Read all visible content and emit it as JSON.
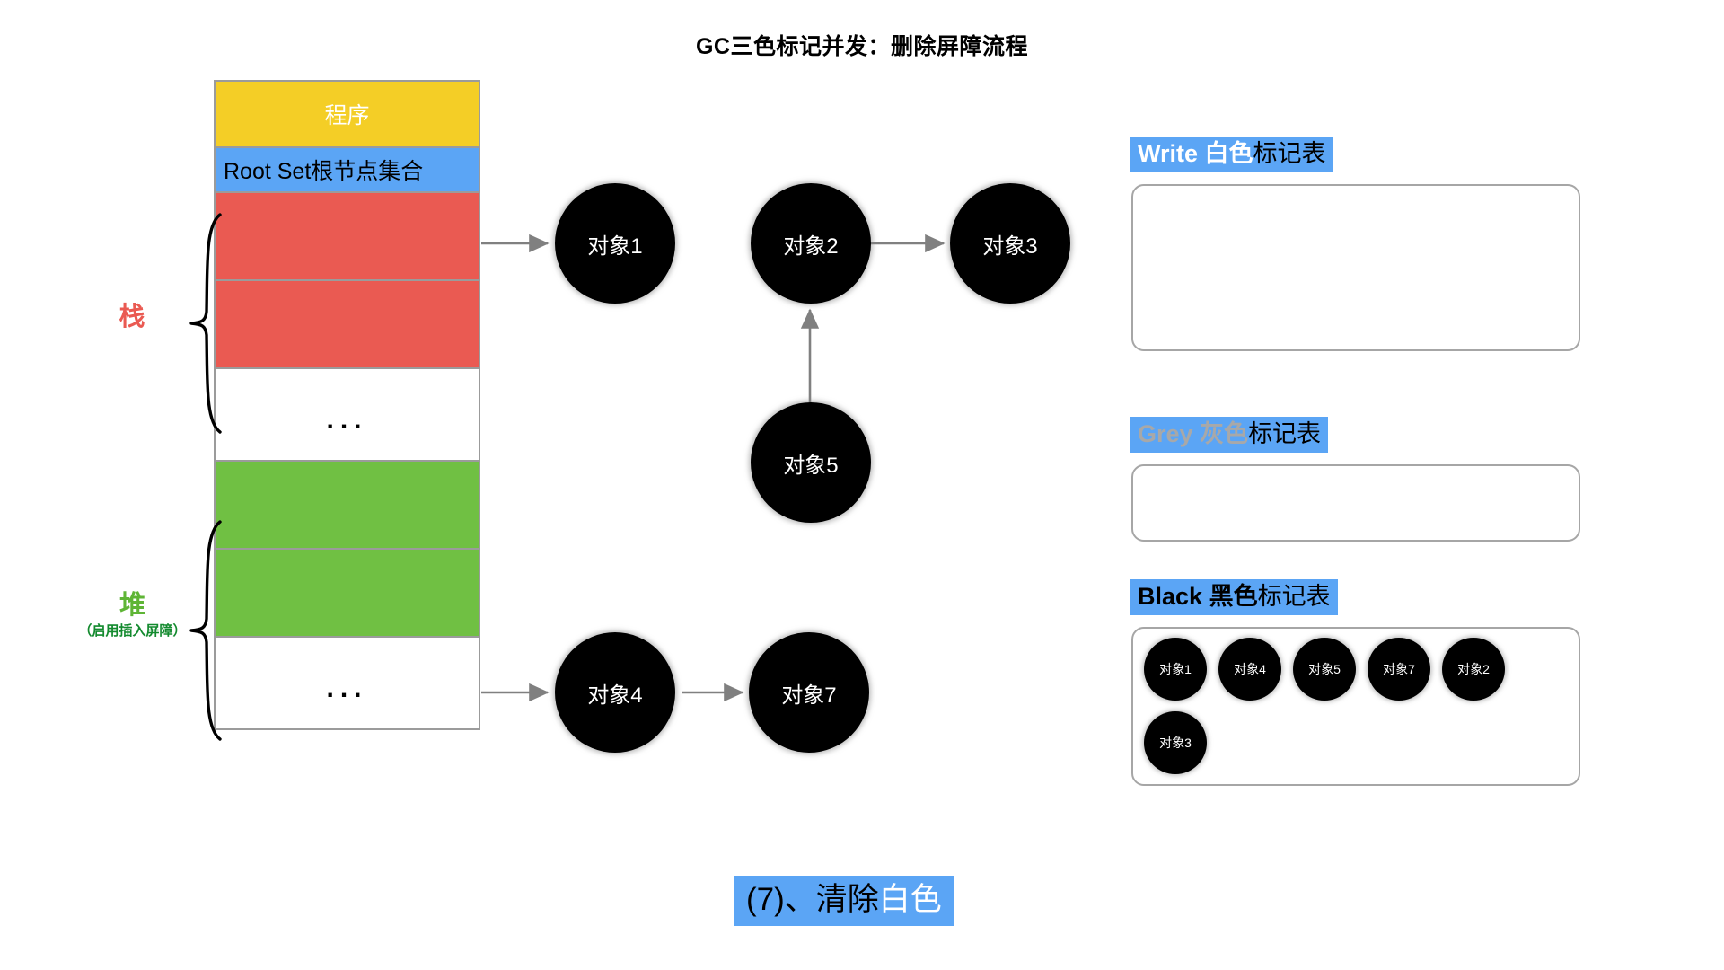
{
  "title": "GC三色标记并发：删除屏障流程",
  "memory": {
    "cells": [
      {
        "name": "program",
        "label": "程序",
        "color": "#F4CE26",
        "kind": "program"
      },
      {
        "name": "root-set",
        "label": "Root Set根节点集合",
        "color": "#5BA5F5",
        "kind": "rootset"
      },
      {
        "name": "stack-slot-1",
        "label": "",
        "color": "#EA5A52",
        "kind": "red"
      },
      {
        "name": "stack-slot-2",
        "label": "",
        "color": "#EA5A52",
        "kind": "red"
      },
      {
        "name": "stack-ellipsis",
        "label": "...",
        "color": "#FFFFFF",
        "kind": "blank"
      },
      {
        "name": "heap-slot-1",
        "label": "",
        "color": "#70C043",
        "kind": "green"
      },
      {
        "name": "heap-slot-2",
        "label": "",
        "color": "#70C043",
        "kind": "green"
      },
      {
        "name": "heap-ellipsis",
        "label": "...",
        "color": "#FFFFFF",
        "kind": "blank"
      }
    ],
    "stack_label": {
      "main": "栈",
      "sub": "",
      "color": "#EA5A52"
    },
    "heap_label": {
      "main": "堆",
      "sub": "（启用插入屏障）",
      "color": "#5FB536",
      "sub_color": "#138A2E"
    }
  },
  "graph": {
    "nodes": [
      {
        "id": "obj1",
        "label": "对象1"
      },
      {
        "id": "obj2",
        "label": "对象2"
      },
      {
        "id": "obj3",
        "label": "对象3"
      },
      {
        "id": "obj5",
        "label": "对象5"
      },
      {
        "id": "obj4",
        "label": "对象4"
      },
      {
        "id": "obj7",
        "label": "对象7"
      }
    ],
    "edges": [
      {
        "from": "stack-slot-1",
        "to": "obj1"
      },
      {
        "from": "obj2",
        "to": "obj3"
      },
      {
        "from": "obj5",
        "to": "obj2"
      },
      {
        "from": "heap-slot-2",
        "to": "obj4"
      },
      {
        "from": "obj4",
        "to": "obj7"
      }
    ],
    "arrow_color": "#808080"
  },
  "mark_tables": [
    {
      "name": "white-mark-table",
      "keyword": "Write",
      "color_word": " 白色",
      "tail": "标记表",
      "keyword_color": "#FFFFFF",
      "header_bg": "#5BA5F5",
      "items": []
    },
    {
      "name": "grey-mark-table",
      "keyword": "Grey",
      "color_word": " 灰色",
      "tail": "标记表",
      "keyword_color": "#A8A8A8",
      "header_bg": "#5BA5F5",
      "items": []
    },
    {
      "name": "black-mark-table",
      "keyword": "Black",
      "color_word": " 黑色",
      "tail": "标记表",
      "keyword_color": "#000000",
      "header_bg": "#5BA5F5",
      "items": [
        "对象1",
        "对象4",
        "对象5",
        "对象7",
        "对象2",
        "对象3"
      ]
    }
  ],
  "caption": {
    "dark_text": "(7)、清除",
    "light_text": "白色",
    "bg": "#5BA5F5"
  }
}
